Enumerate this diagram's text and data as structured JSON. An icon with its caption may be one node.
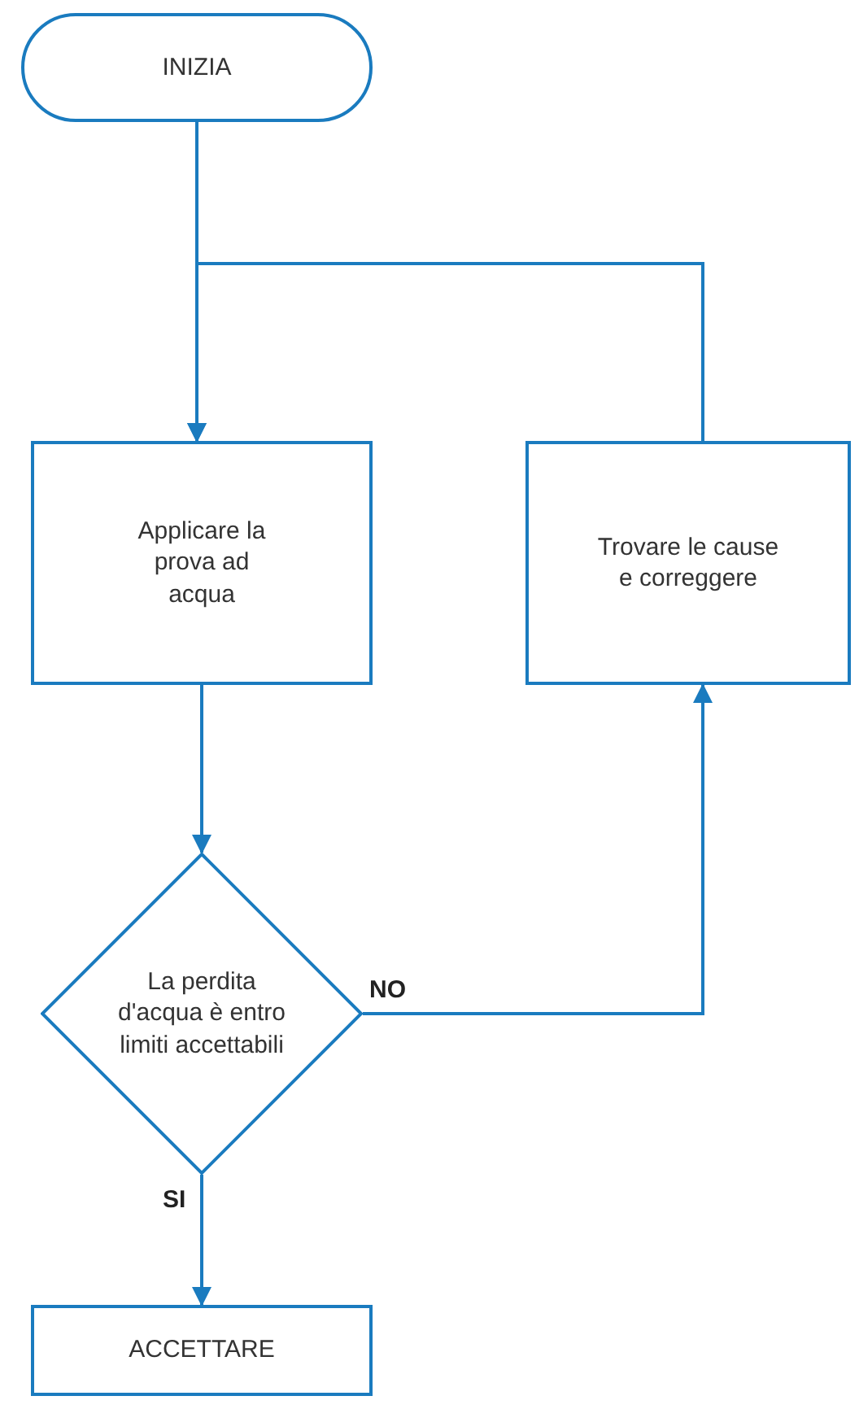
{
  "diagram": {
    "nodes": [
      {
        "text": [
          "INIZIA"
        ]
      },
      {
        "text": [
          "Applicare la prova ad acqua"
        ]
      },
      {
        "text": [
          "Trovare le cause e correggere"
        ]
      },
      {
        "text": [
          "La perdita d'acqua è entro limiti accettabili"
        ]
      },
      {
        "text": [
          "ACCETTARE"
        ]
      }
    ],
    "edges": [
      {
        "from": 0,
        "to": 1,
        "arrow": "to"
      },
      {
        "from": 2,
        "to": 1,
        "arrow": "to"
      },
      {
        "from": 1,
        "to": 3,
        "arrow": "to"
      },
      {
        "from": 3,
        "to": 2,
        "arrow": "to",
        "label": "NO"
      },
      {
        "from": 3,
        "to": 4,
        "arrow": "to",
        "label": "SI"
      }
    ]
  }
}
